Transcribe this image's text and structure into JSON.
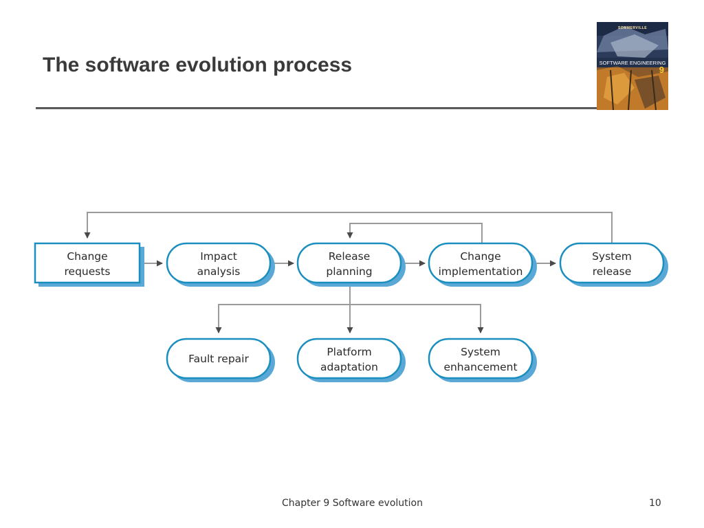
{
  "slide": {
    "title": "The software evolution process"
  },
  "book_cover": {
    "author": "SOMMERVILLE",
    "title": "SOFTWARE ENGINEERING",
    "edition": "9"
  },
  "diagram": {
    "nodes": {
      "change_requests": {
        "line1": "Change",
        "line2": "requests"
      },
      "impact_analysis": {
        "line1": "Impact",
        "line2": "analysis"
      },
      "release_planning": {
        "line1": "Release",
        "line2": "planning"
      },
      "change_implementation": {
        "line1": "Change",
        "line2": "implementation"
      },
      "system_release": {
        "line1": "System",
        "line2": "release"
      },
      "fault_repair": {
        "line1": "Fault repair"
      },
      "platform_adaptation": {
        "line1": "Platform",
        "line2": "adaptation"
      },
      "system_enhancement": {
        "line1": "System",
        "line2": "enhancement"
      }
    },
    "colors": {
      "node_border": "#1a8fbf",
      "node_shadow": "#5aa8d6",
      "connector": "#555555"
    }
  },
  "footer": {
    "chapter": "Chapter 9 Software evolution",
    "page": "10"
  }
}
